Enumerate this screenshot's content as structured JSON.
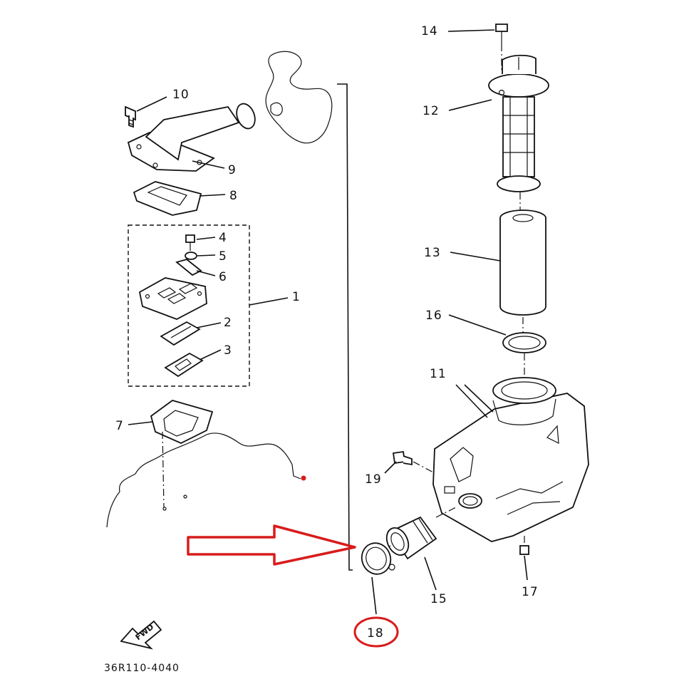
{
  "labels": {
    "p1": "1",
    "p2": "2",
    "p3": "3",
    "p4": "4",
    "p5": "5",
    "p6": "6",
    "p7": "7",
    "p8": "8",
    "p9": "9",
    "p10": "10",
    "p11": "11",
    "p12": "12",
    "p13": "13",
    "p14": "14",
    "p15": "15",
    "p16": "16",
    "p17": "17",
    "p18": "18",
    "p19": "19"
  },
  "direction_tag": "FWD",
  "drawing_code": "36R110-4040",
  "colors": {
    "highlight": "#d81c1c",
    "ink": "#111111"
  }
}
